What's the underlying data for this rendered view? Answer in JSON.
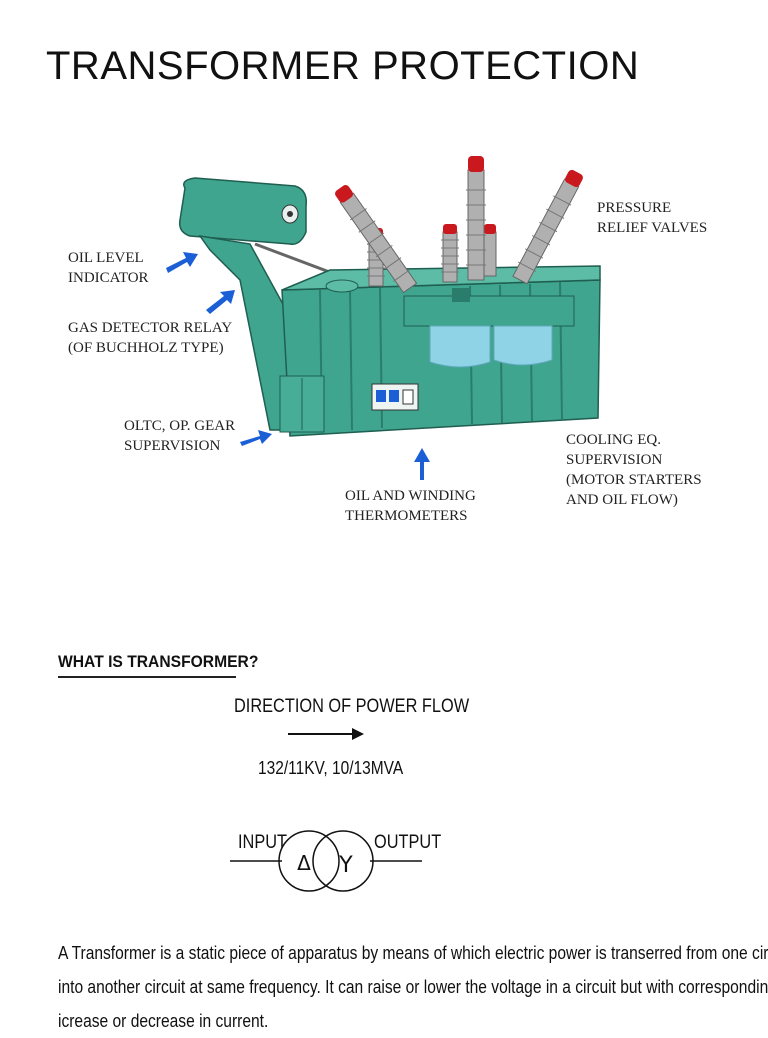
{
  "page": {
    "title": "TRANSFORMER PROTECTION"
  },
  "figure": {
    "labels": {
      "oil_level": "OIL LEVEL\nINDICATOR",
      "gas_detector": "GAS DETECTOR RELAY\n(OF BUCHHOLZ TYPE)",
      "oltc": "OLTC, OP. GEAR\nSUPERVISION",
      "thermometers": "OIL AND WINDING\nTHERMOMETERS",
      "cooling": "COOLING EQ.\nSUPERVISION\n(MOTOR STARTERS\nAND OIL FLOW)",
      "pressure": "PRESSURE\nRELIEF VALVES"
    },
    "colors": {
      "tank": "#3fa58f",
      "tank_dark": "#2b7d6b",
      "bushing": "#b0b0b0",
      "cap": "#c9181e",
      "arrow": "#1a5fd6",
      "radiator": "#8fd4e6"
    }
  },
  "section": {
    "heading": "WHAT IS TRANSFORMER?",
    "direction": "DIRECTION OF POWER FLOW",
    "rating": "132/11KV,   10/13MVA",
    "input": "INPUT",
    "output": "OUTPUT",
    "delta": "Δ",
    "wye": "Y",
    "paragraph": [
      "A Transformer is a static piece of apparatus by means of which electric power is transerred from one circuit",
      "into another circuit at same frequency. It can raise or lower the voltage in a circuit but with corresponding",
      "icrease or decrease in current."
    ]
  }
}
